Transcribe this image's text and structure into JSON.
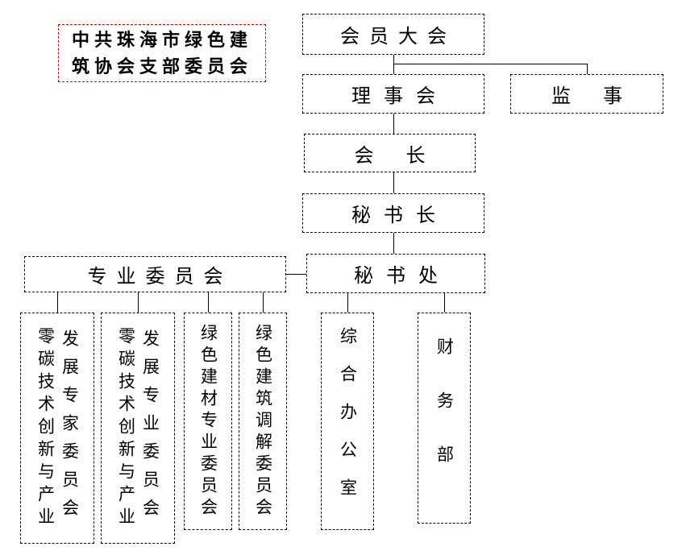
{
  "colors": {
    "background": "#ffffff",
    "box_border": "#000000",
    "connector_line": "#000000",
    "party_box_border": "#e00000",
    "text": "#000000"
  },
  "party_branch": {
    "line1": "中共珠海市绿色建",
    "line2": "筑协会支部委员会"
  },
  "nodes": {
    "assembly": "会员大会",
    "council": "理事会",
    "supervisor": "监事",
    "president": "会长",
    "secretary_general": "秘书长",
    "secretariat": "秘书处",
    "professional_committee": "专业委员会"
  },
  "committees": [
    {
      "col1": "零碳技术创新与产业",
      "col2": "发展专家委员会"
    },
    {
      "col1": "零碳技术创新与产业",
      "col2": "发展专业委员会"
    },
    {
      "col1": "绿色建材专业委员会",
      "col2": ""
    },
    {
      "col1": "绿色建筑调解委员会",
      "col2": ""
    }
  ],
  "departments": [
    {
      "label": "综合办公室"
    },
    {
      "label": "财务部"
    }
  ]
}
